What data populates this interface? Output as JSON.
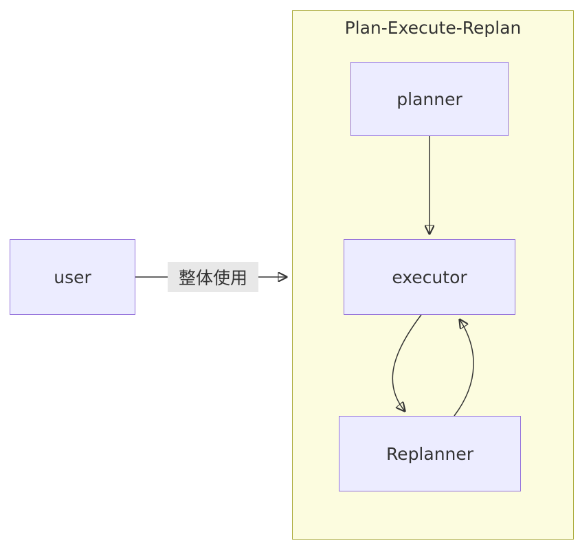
{
  "diagram": {
    "title": "Plan-Execute-Replan",
    "nodes": {
      "user": "user",
      "planner": "planner",
      "executor": "executor",
      "replanner": "Replanner"
    },
    "edge_labels": {
      "user_to_cluster": "整体使用"
    },
    "edges": [
      {
        "from": "planner",
        "to": "executor"
      },
      {
        "from": "executor",
        "to": "replanner"
      },
      {
        "from": "replanner",
        "to": "executor"
      },
      {
        "from": "user",
        "to": "cluster",
        "label": "整体使用"
      }
    ],
    "colors": {
      "cluster_fill": "#fcfcdf",
      "cluster_border": "#abab3a",
      "node_fill": "#ececff",
      "node_border": "#9370db",
      "edge": "#333333",
      "edge_label_bg": "#e8e8e8",
      "text": "#333333"
    }
  }
}
